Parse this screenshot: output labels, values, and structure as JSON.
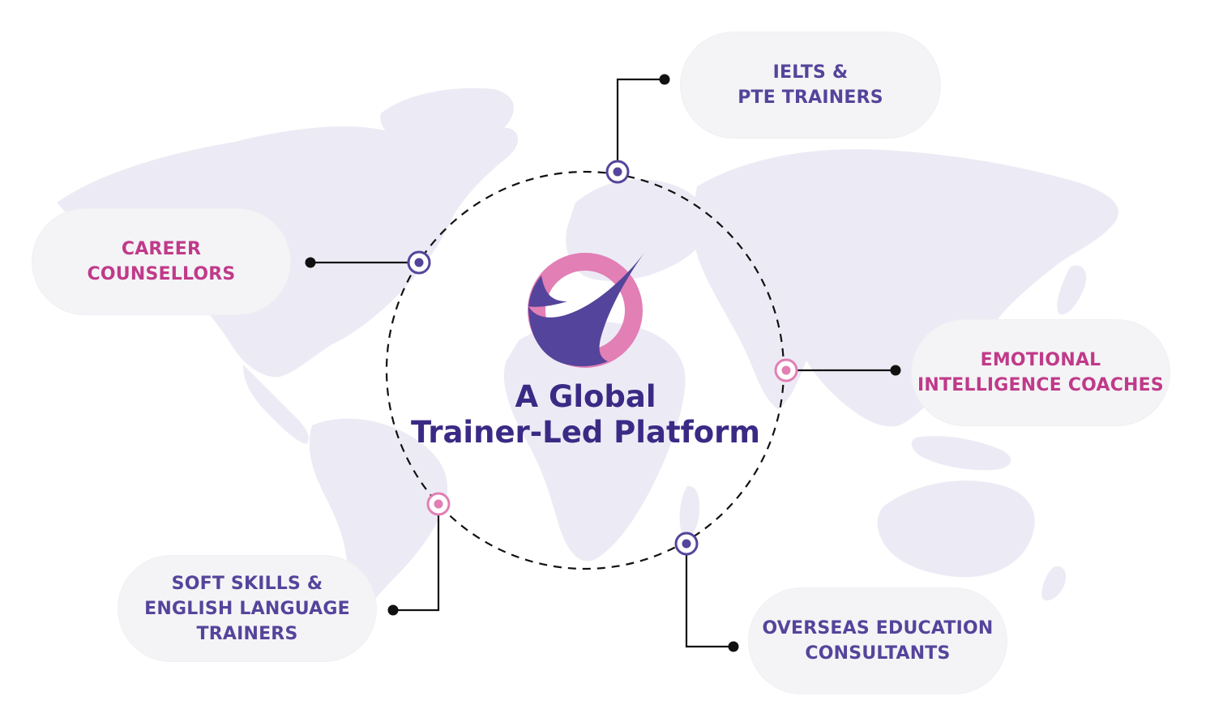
{
  "center": {
    "line1": "A Global",
    "line2": "Trainer-Led Platform"
  },
  "nodes": [
    {
      "id": "ielts",
      "lines": [
        "IELTS &",
        "PTE TRAINERS"
      ],
      "color": "#55449b"
    },
    {
      "id": "career",
      "lines": [
        "CAREER",
        "COUNSELLORS"
      ],
      "color": "#c03a8a"
    },
    {
      "id": "ei",
      "lines": [
        "EMOTIONAL",
        "INTELLIGENCE COACHES"
      ],
      "color": "#c03a8a"
    },
    {
      "id": "soft",
      "lines": [
        "SOFT SKILLS &",
        "ENGLISH LANGUAGE",
        "TRAINERS"
      ],
      "color": "#55449b"
    },
    {
      "id": "overseas",
      "lines": [
        "OVERSEAS EDUCATION",
        "CONSULTANTS"
      ],
      "color": "#55449b"
    }
  ],
  "colors": {
    "purple": "#55449b",
    "pink": "#e27fb5",
    "dark_text": "#3b2a85",
    "map": "#ecebf5",
    "pill_bg": "#f4f4f6"
  },
  "icons": {
    "logo": "globe-swoosh-logo",
    "background": "world-map"
  }
}
